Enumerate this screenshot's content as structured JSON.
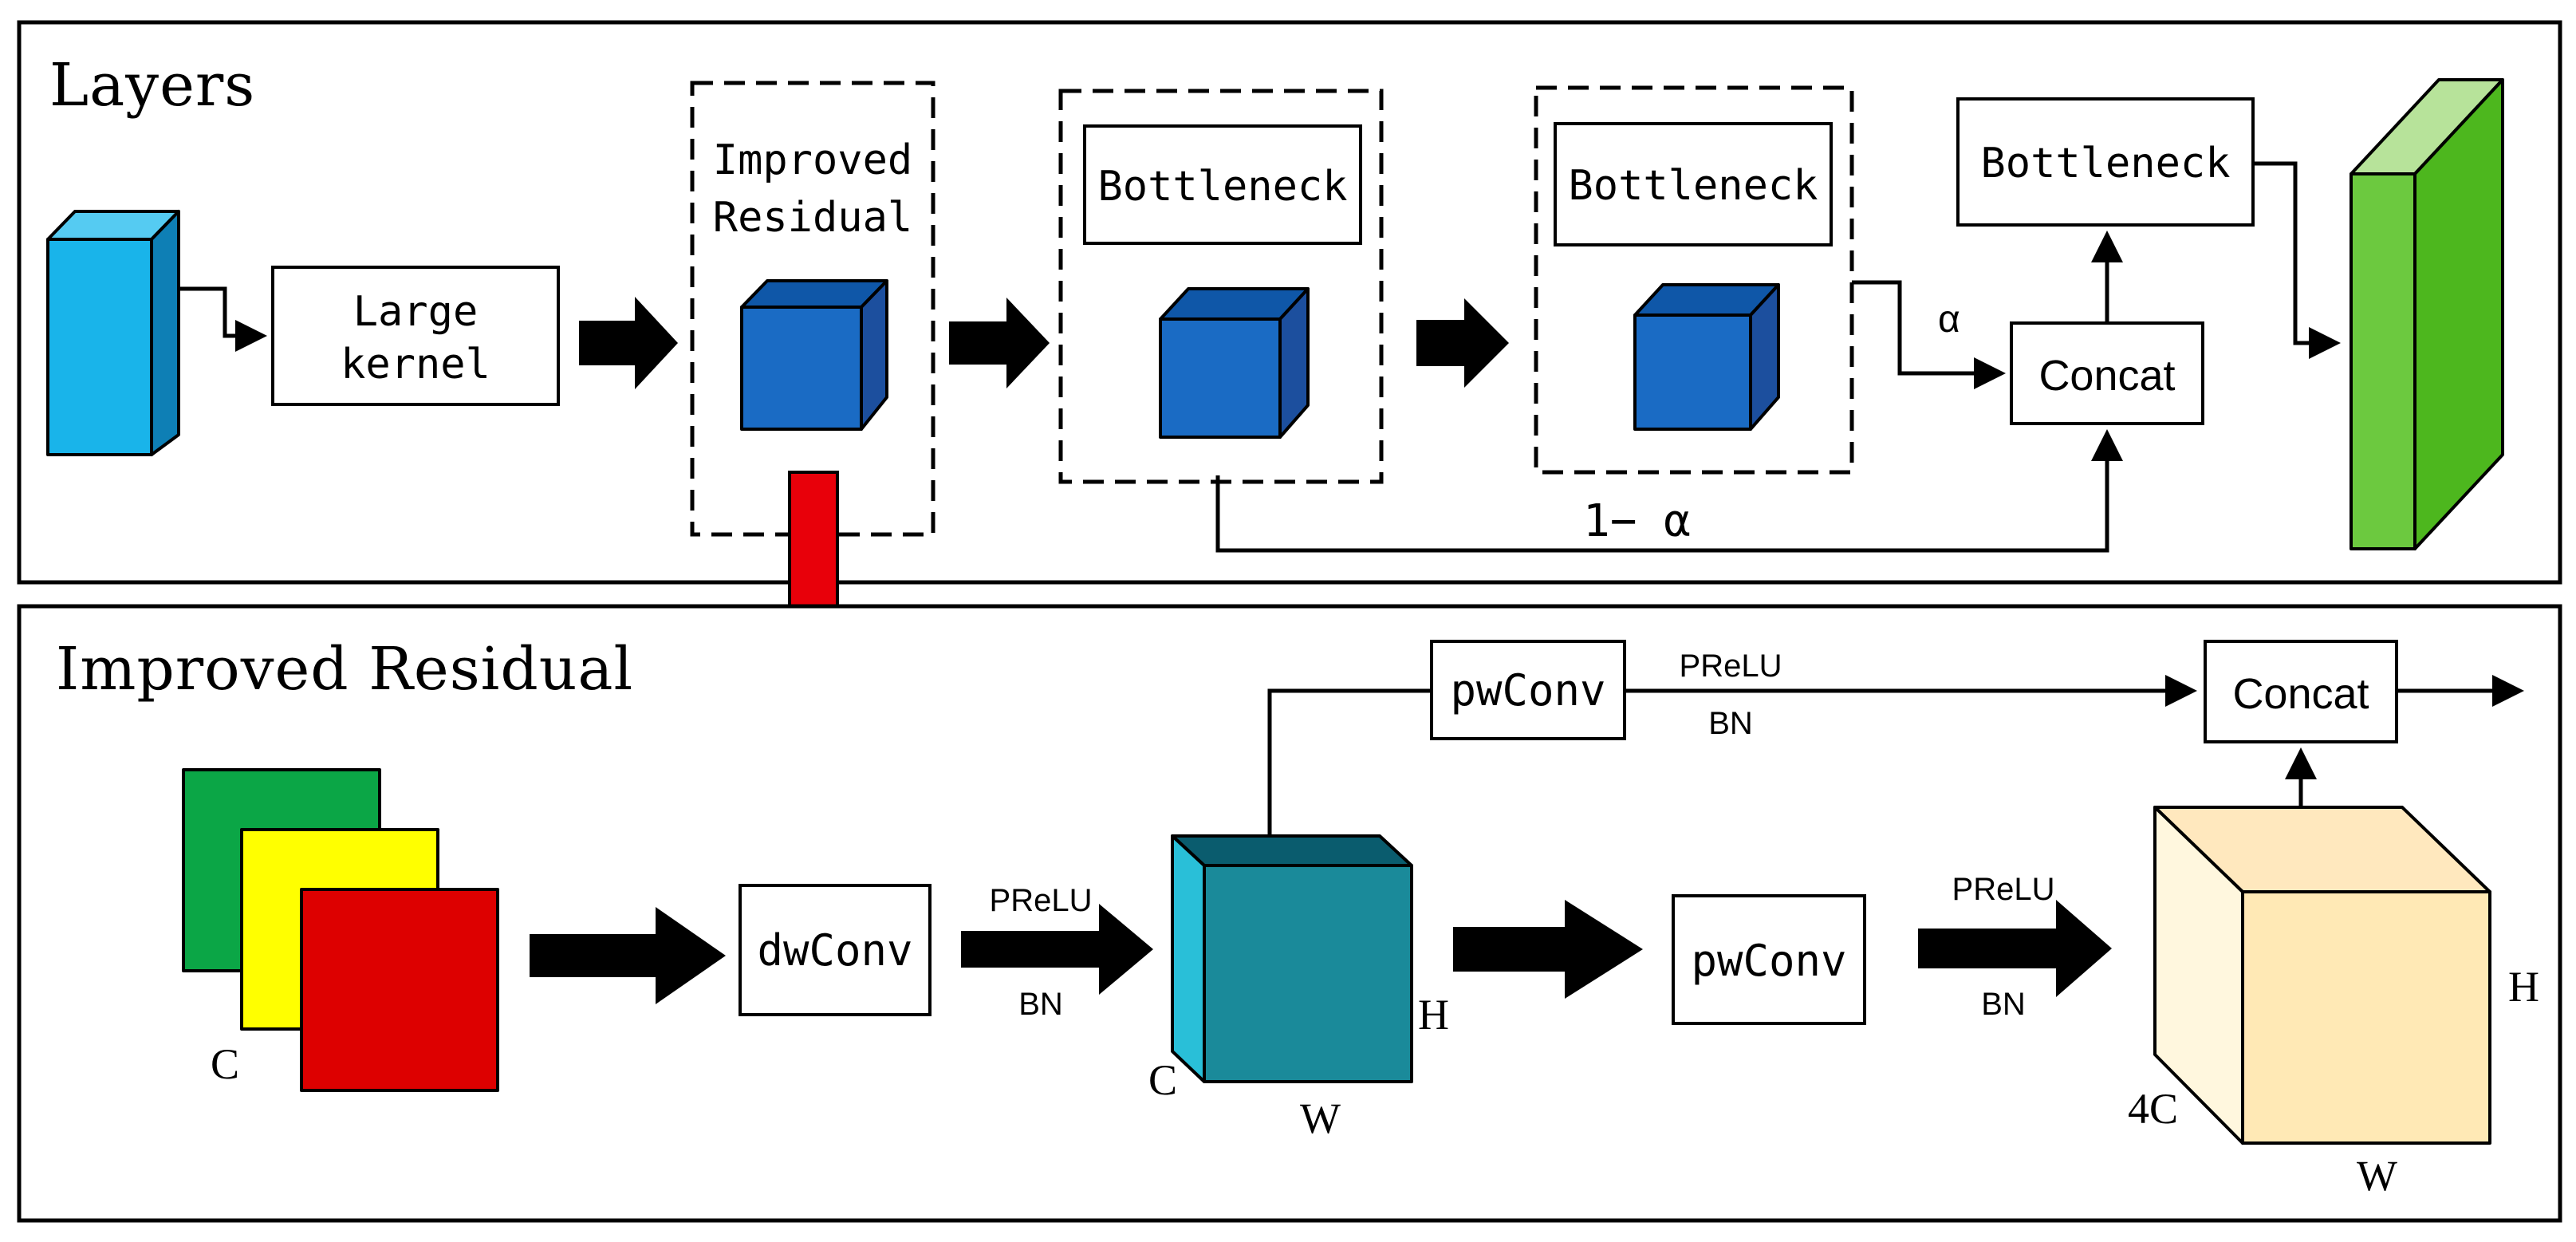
{
  "top_panel": {
    "title": "Layers",
    "large_kernel": [
      "Large",
      "kernel"
    ],
    "improved_residual": [
      "Improved",
      "Residual"
    ],
    "bottleneck_1": "Bottleneck",
    "bottleneck_2": "Bottleneck",
    "bottleneck_3": "Bottleneck",
    "concat": "Concat",
    "alpha_label": "α",
    "one_minus_alpha_label": "1− α"
  },
  "bottom_panel": {
    "title": "Improved Residual",
    "dwconv": "dwConv",
    "pwconv_top": "pwConv",
    "pwconv_mid": "pwConv",
    "concat": "Concat",
    "prelu_1": "PReLU",
    "bn_1": "BN",
    "prelu_top": "PReLU",
    "bn_top": "BN",
    "prelu_2": "PReLU",
    "bn_2": "BN",
    "input_c": "C",
    "teal_c": "C",
    "teal_h": "H",
    "teal_w": "W",
    "out_4c": "4C",
    "out_h": "H",
    "out_w": "W"
  },
  "colors": {
    "input_cuboid_front": "#19B4EA",
    "input_cuboid_side": "#0E7FB5",
    "blue_cube_front": "#1A6BC4",
    "output_cuboid_front": "#6CC93F",
    "teal_cuboid_front": "#1A8A9A",
    "output_cube_front": "#FFE9B5",
    "red_arrow": "#E8000A",
    "channel_green": "#0BA646",
    "channel_yellow": "#FFFF00",
    "channel_red": "#DD0000"
  }
}
